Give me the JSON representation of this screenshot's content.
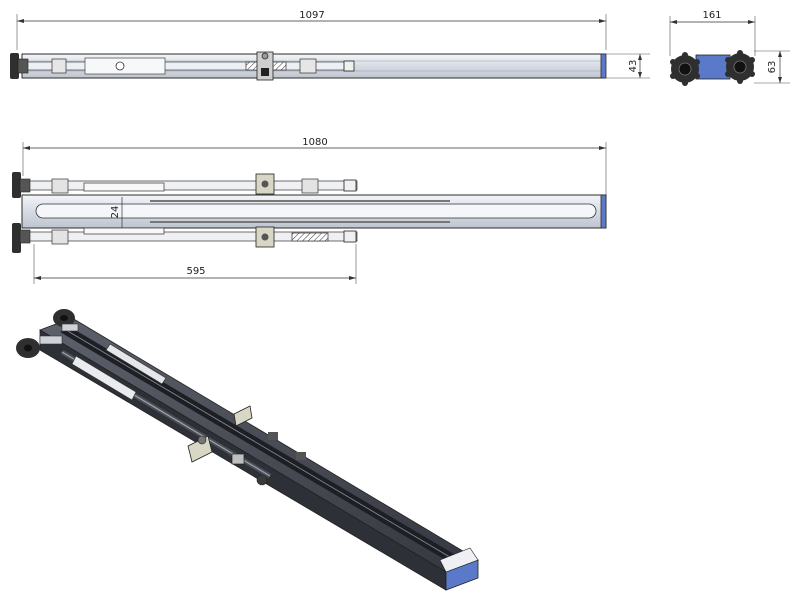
{
  "dimensions": {
    "top_length": "1097",
    "top_height": "43",
    "end_width": "161",
    "end_height": "63",
    "front_length": "1080",
    "front_gap": "24",
    "front_span": "595"
  },
  "colors": {
    "rail_fill": "#dfe3ea",
    "rail_dark": "#3c3f47",
    "end_cap_blue": "#5b79c9",
    "knob": "#2f2f2f",
    "clamp_beige": "#d8d6c4"
  }
}
